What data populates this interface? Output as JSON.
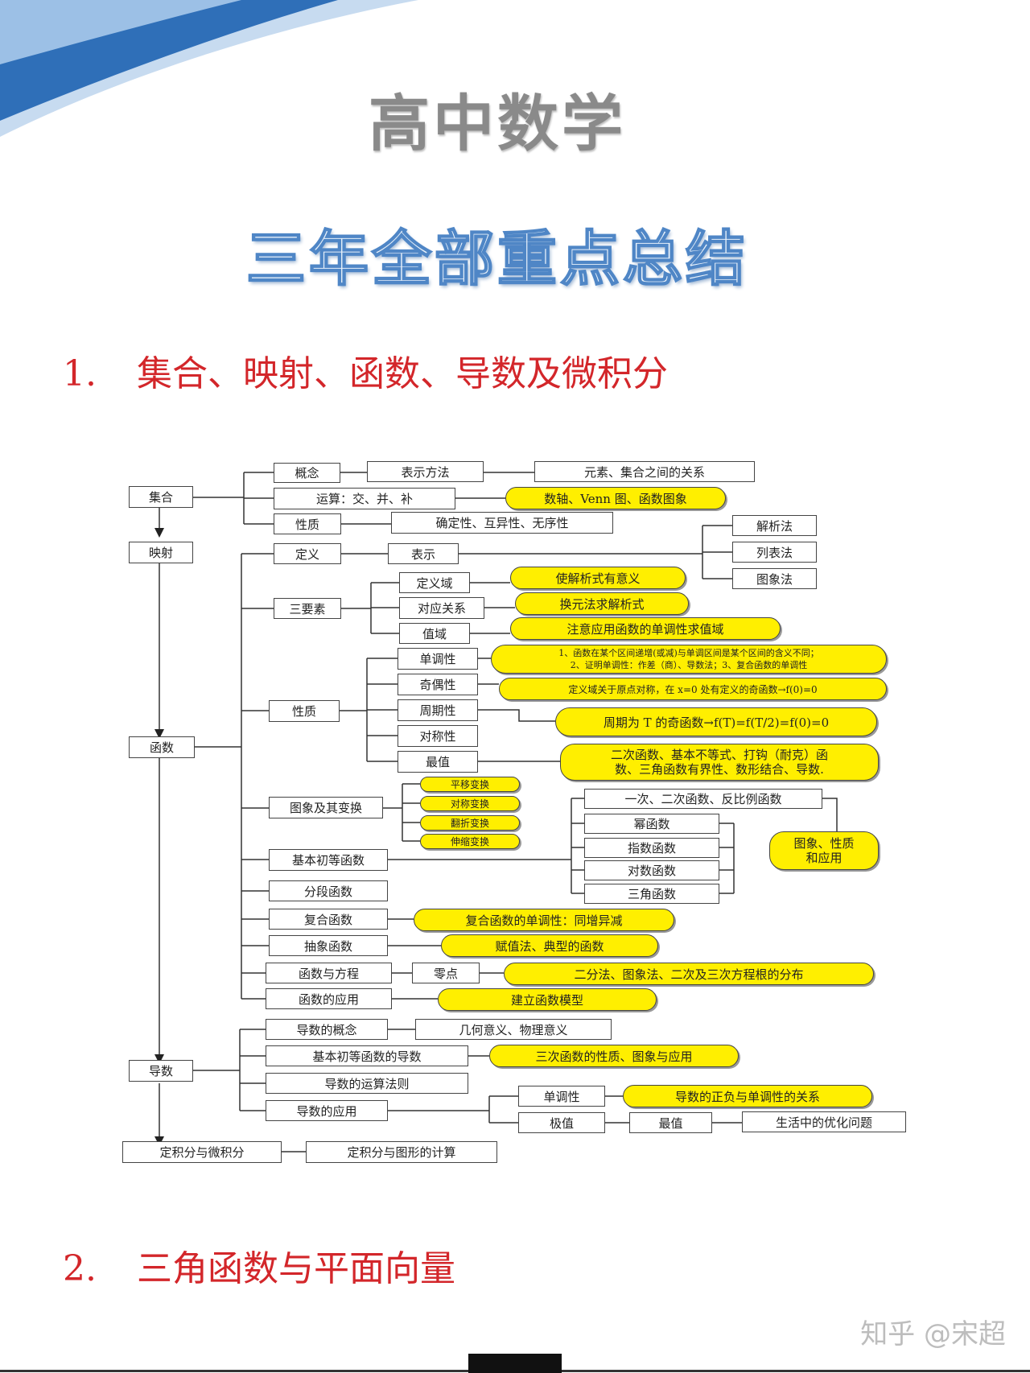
{
  "header": {
    "title": "高中数学",
    "subtitle": "三年全部重点总结"
  },
  "sections": [
    {
      "num": "1.",
      "title": "集合、映射、函数、导数及微积分"
    },
    {
      "num": "2.",
      "title": "三角函数与平面向量"
    }
  ],
  "diagram": {
    "left": [
      "集合",
      "映射",
      "函数",
      "导数",
      "定积分与微积分"
    ],
    "set": {
      "concept": "概念",
      "represent": "表示方法",
      "relation": "元素、集合之间的关系",
      "ops": "运算：交、并、补",
      "ops_note": "数轴、Venn 图、函数图象",
      "prop": "性质",
      "prop_detail": "确定性、互异性、无序性"
    },
    "func": {
      "def": "定义",
      "show": "表示",
      "methods": [
        "解析法",
        "列表法",
        "图象法"
      ],
      "elements": "三要素",
      "domain": "定义域",
      "domain_note": "使解析式有意义",
      "mapping": "对应关系",
      "mapping_note": "换元法求解析式",
      "range": "值域",
      "range_note": "注意应用函数的单调性求值域",
      "props": "性质",
      "mono": "单调性",
      "mono_note1": "1、函数在某个区间递增(或减)与单调区间是某个区间的含义不同；",
      "mono_note2": "2、证明单调性：作差（商）、导数法；3、复合函数的单调性",
      "parity": "奇偶性",
      "parity_note": "定义域关于原点对称，在 x=0 处有定义的奇函数→f(0)=0",
      "period": "周期性",
      "period_note": "周期为 T 的奇函数→f(T)=f(T/2)=f(0)=0",
      "symm": "对称性",
      "extreme": "最值",
      "extreme_note1": "二次函数、基本不等式、打钩（耐克）函",
      "extreme_note2": "数、三角函数有界性、数形结合、导数.",
      "graph": "图象及其变换",
      "transforms": [
        "平移变换",
        "对称变换",
        "翻折变换",
        "伸缩变换"
      ],
      "basic": "基本初等函数",
      "basic_list": [
        "一次、二次函数、反比例函数",
        "幂函数",
        "指数函数",
        "对数函数",
        "三角函数"
      ],
      "basic_note1": "图象、性质",
      "basic_note2": "和应用",
      "piecewise": "分段函数",
      "composite": "复合函数",
      "composite_note": "复合函数的单调性：同增异减",
      "abstract": "抽象函数",
      "abstract_note": "赋值法、典型的函数",
      "equation": "函数与方程",
      "zero": "零点",
      "zero_note": "二分法、图象法、二次及三次方程根的分布",
      "apply": "函数的应用",
      "apply_note": "建立函数模型"
    },
    "deriv": {
      "concept": "导数的概念",
      "concept_note": "几何意义、物理意义",
      "basic": "基本初等函数的导数",
      "basic_note": "三次函数的性质、图象与应用",
      "rules": "导数的运算法则",
      "apply": "导数的应用",
      "mono": "单调性",
      "mono_note": "导数的正负与单调性的关系",
      "extreme": "极值",
      "max": "最值",
      "opt": "生活中的优化问题"
    },
    "integral": {
      "calc": "定积分与图形的计算"
    }
  },
  "watermark": "知乎 @宋超"
}
